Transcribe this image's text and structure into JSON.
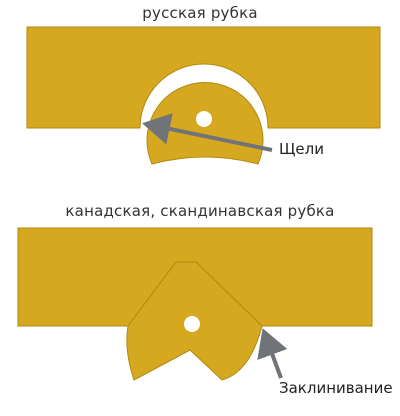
{
  "diagrams": [
    {
      "caption": "русская рубка",
      "annotation": "Щели"
    },
    {
      "caption": "канадская, скандинавская  рубка",
      "annotation": "Заклинивание"
    }
  ],
  "colors": {
    "log_fill": "#D5A820",
    "log_edge": "#B08A10",
    "arrow": "#707478",
    "text": "#333333",
    "background": "#ffffff"
  }
}
